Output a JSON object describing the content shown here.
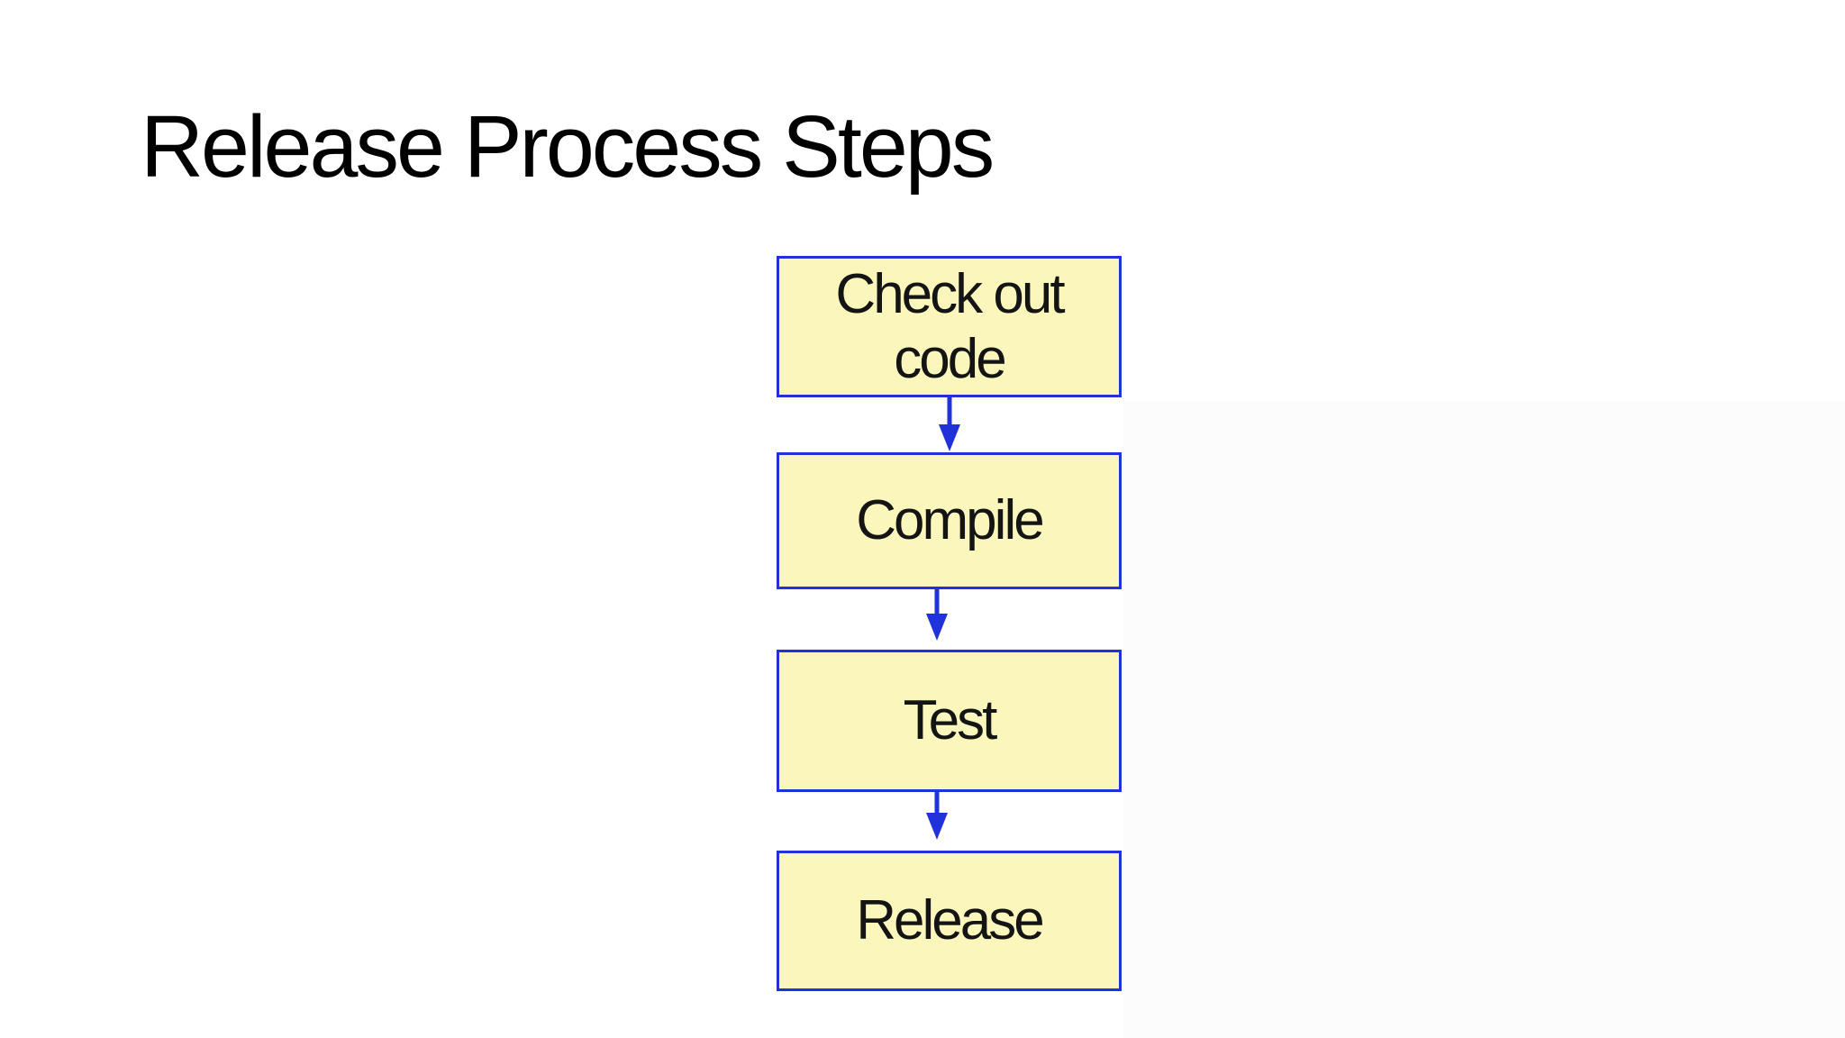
{
  "slide": {
    "title": "Release Process Steps"
  },
  "diagram": {
    "type": "flowchart",
    "direction": "top-to-bottom",
    "steps": [
      {
        "id": "check-out-code",
        "label": "Check out\ncode"
      },
      {
        "id": "compile",
        "label": "Compile"
      },
      {
        "id": "test",
        "label": "Test"
      },
      {
        "id": "release",
        "label": "Release"
      }
    ],
    "connections": [
      {
        "from": "check-out-code",
        "to": "compile"
      },
      {
        "from": "compile",
        "to": "test"
      },
      {
        "from": "test",
        "to": "release"
      }
    ]
  },
  "colors": {
    "background": "#FFFFFF",
    "canvas_tint": "#FCFCFD",
    "title_text": "#000000",
    "step_fill": "#FBF7BC",
    "step_border": "#2032D9",
    "step_text": "#141414",
    "arrow": "#2032D9"
  }
}
